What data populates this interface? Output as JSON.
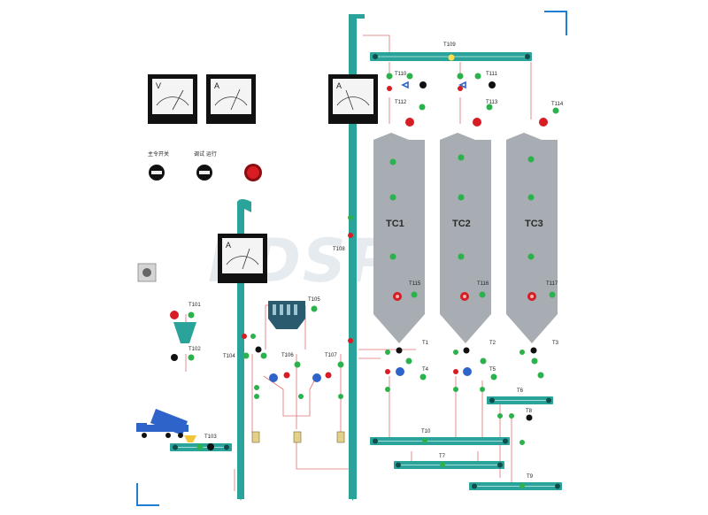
{
  "panel": {
    "watermark": "FDSP",
    "switch_main_label": "主令开关",
    "switch_mode_label": "调试 运行"
  },
  "meters": [
    {
      "id": "m1",
      "unit": "V"
    },
    {
      "id": "m2",
      "unit": "A"
    },
    {
      "id": "m3",
      "unit": "A"
    },
    {
      "id": "m4",
      "unit": "A"
    }
  ],
  "silos": [
    {
      "label": "TC1",
      "feed_tag": "T112",
      "level_tag": "T115",
      "out_tag": "T1"
    },
    {
      "label": "TC2",
      "feed_tag": "T113",
      "level_tag": "T116",
      "out_tag": "T2"
    },
    {
      "label": "TC3",
      "feed_tag": "T114",
      "level_tag": "T117",
      "out_tag": "T3"
    }
  ],
  "tags": {
    "t109": "T109",
    "t110": "T110",
    "t111": "T111",
    "t108": "T108",
    "t101": "T101",
    "t102": "T102",
    "t103": "T103",
    "t104": "T104",
    "t105": "T105",
    "t106": "T106",
    "t107": "T107",
    "t4": "T4",
    "t5": "T5",
    "t6": "T6",
    "t7": "T7",
    "t8": "T8",
    "t9": "T9",
    "t10": "T10"
  },
  "colors": {
    "conveyor": "#2aa39b",
    "silo": "#a7adb3",
    "wire": "#e07070",
    "lamp_green": "#2bb24c",
    "lamp_red": "#d81c24",
    "valve_blue": "#2e63c9"
  }
}
